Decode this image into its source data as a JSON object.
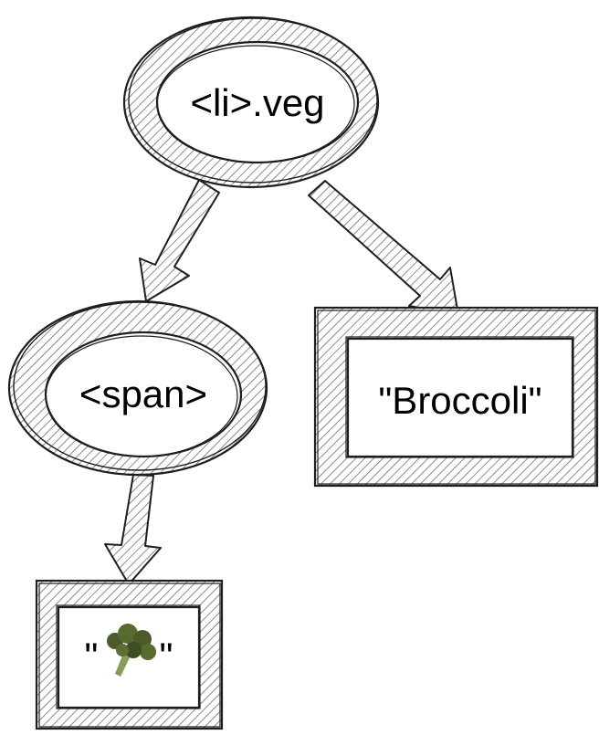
{
  "nodes": {
    "li": {
      "label": "<li>.veg"
    },
    "span": {
      "label": "<span>"
    },
    "text_broccoli": {
      "label": "\"Broccoli\""
    },
    "text_emoji": {
      "open_quote": "\"",
      "close_quote": "\"",
      "icon": "broccoli-icon"
    }
  },
  "edges": [
    {
      "from": "li",
      "to": "span"
    },
    {
      "from": "li",
      "to": "text_broccoli"
    },
    {
      "from": "span",
      "to": "text_emoji"
    }
  ],
  "colors": {
    "stroke": "#1e1e1e",
    "hatch": "#6e6e6e",
    "fill": "#ffffff",
    "broccoli_head": "#4a5a2a",
    "broccoli_stem": "#8a9a5b"
  }
}
